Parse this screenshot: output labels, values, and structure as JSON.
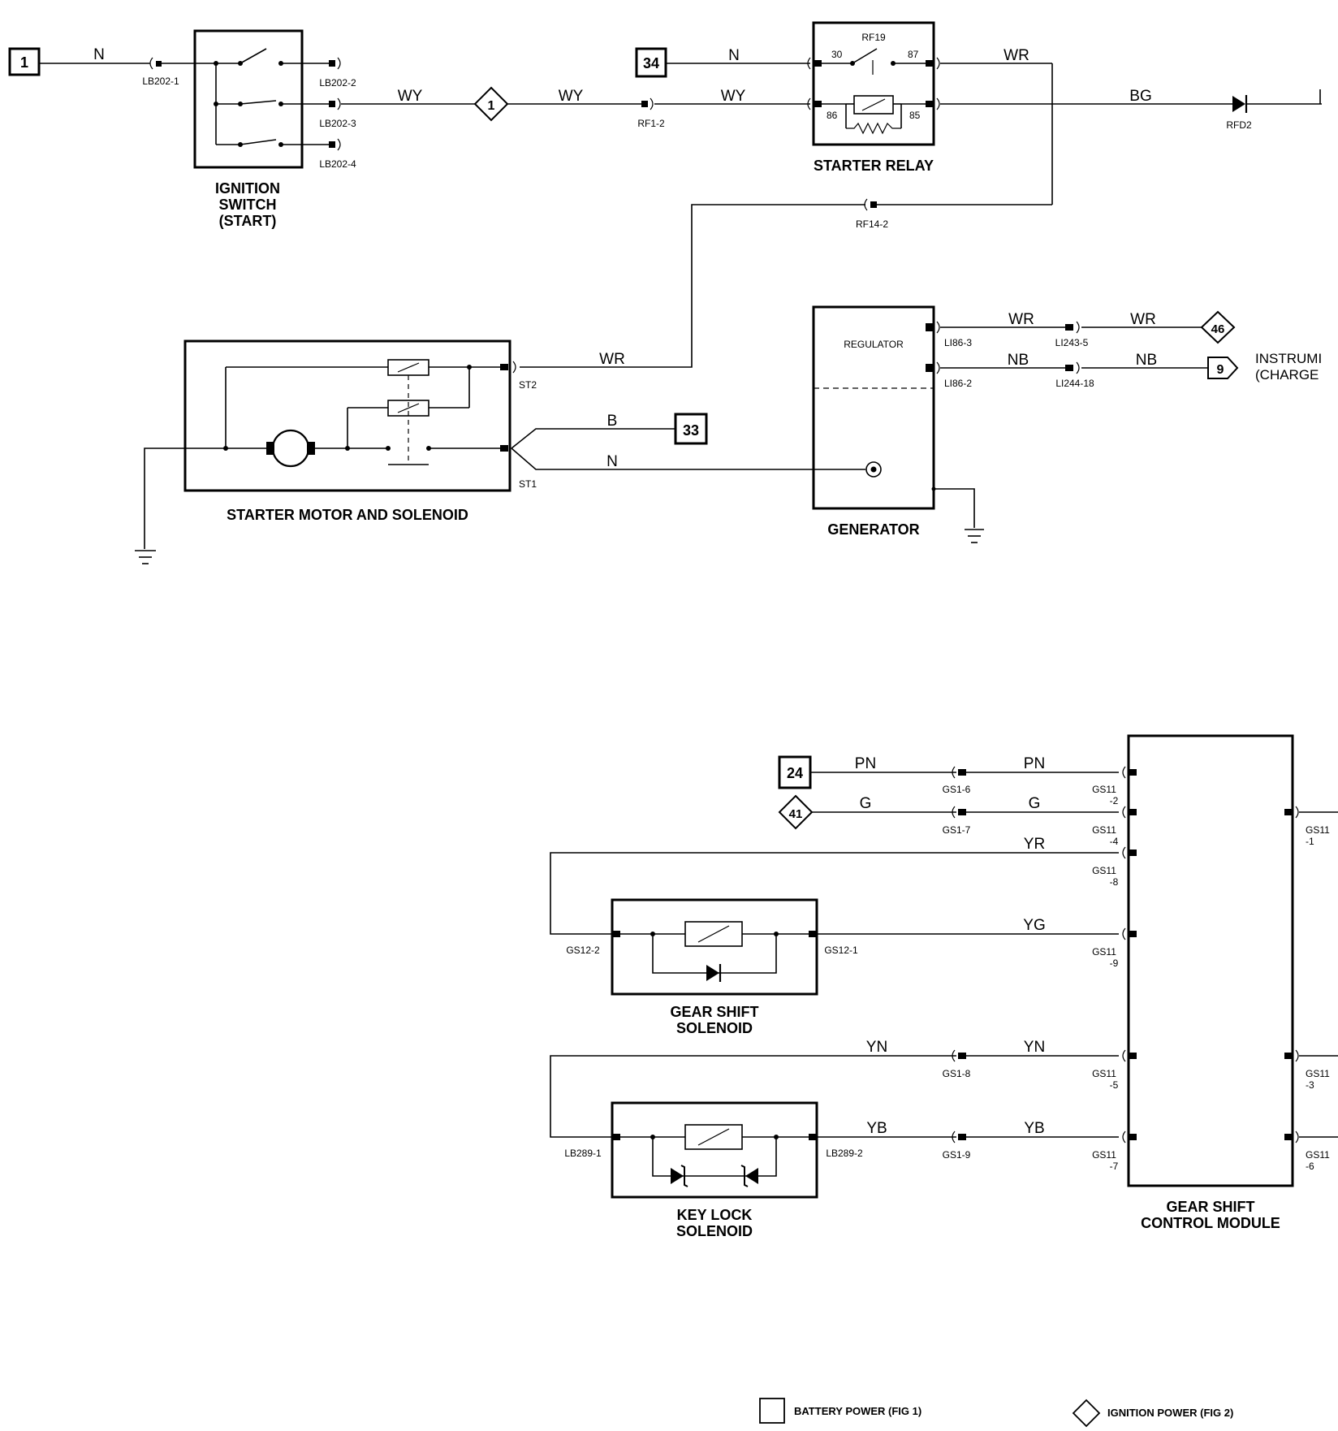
{
  "title_labels": {
    "ignition_switch": [
      "IGNITION",
      "SWITCH",
      "(START)"
    ],
    "starter_relay": "STARTER RELAY",
    "starter_motor": "STARTER MOTOR AND SOLENOID",
    "generator": "GENERATOR",
    "regulator": "REGULATOR",
    "gear_shift_solenoid": [
      "GEAR SHIFT",
      "SOLENOID"
    ],
    "key_lock_solenoid": [
      "KEY LOCK",
      "SOLENOID"
    ],
    "gear_shift_control_module": [
      "GEAR SHIFT",
      "CONTROL MODULE"
    ],
    "instrument": [
      "INSTRUMI",
      "(CHARGE"
    ]
  },
  "ref_boxes": {
    "b1": "1",
    "b34": "34",
    "b33": "33",
    "b24": "24",
    "d1": "1",
    "d46": "46",
    "d41": "41",
    "p9": "9"
  },
  "wires": {
    "n1": "N",
    "wy1": "WY",
    "wy2": "WY",
    "wy3": "WY",
    "n2": "N",
    "wr1": "WR",
    "bg": "BG",
    "wr2": "WR",
    "b": "B",
    "n3": "N",
    "wr3": "WR",
    "wr4": "WR",
    "nb1": "NB",
    "nb2": "NB",
    "pn1": "PN",
    "pn2": "PN",
    "g1": "G",
    "g2": "G",
    "yr": "YR",
    "yg": "YG",
    "yn1": "YN",
    "yn2": "YN",
    "yb1": "YB",
    "yb2": "YB"
  },
  "connectors": {
    "lb202_1": "LB202-1",
    "lb202_2": "LB202-2",
    "lb202_3": "LB202-3",
    "lb202_4": "LB202-4",
    "rf1_2": "RF1-2",
    "rf19": "RF19",
    "p30": "30",
    "p87": "87",
    "p86": "86",
    "p85": "85",
    "rfd2": "RFD2",
    "rf14_2": "RF14-2",
    "st2": "ST2",
    "st1": "ST1",
    "li86_3": "LI86-3",
    "li86_2": "LI86-2",
    "li243_5": "LI243-5",
    "li244_18": "LI244-18",
    "gs1_6": "GS1-6",
    "gs1_7": "GS1-7",
    "gs1_8": "GS1-8",
    "gs1_9": "GS1-9",
    "gs12_2": "GS12-2",
    "gs12_1": "GS12-1",
    "lb289_1": "LB289-1",
    "lb289_2": "LB289-2",
    "gs11": "GS11",
    "m2": "-2",
    "m4": "-4",
    "m8": "-8",
    "m9": "-9",
    "m5": "-5",
    "m7": "-7",
    "m1": "-1",
    "m3": "-3",
    "m6": "-6"
  },
  "legend": {
    "battery": "BATTERY POWER (FIG 1)",
    "ignition": "IGNITION POWER (FIG 2)"
  }
}
